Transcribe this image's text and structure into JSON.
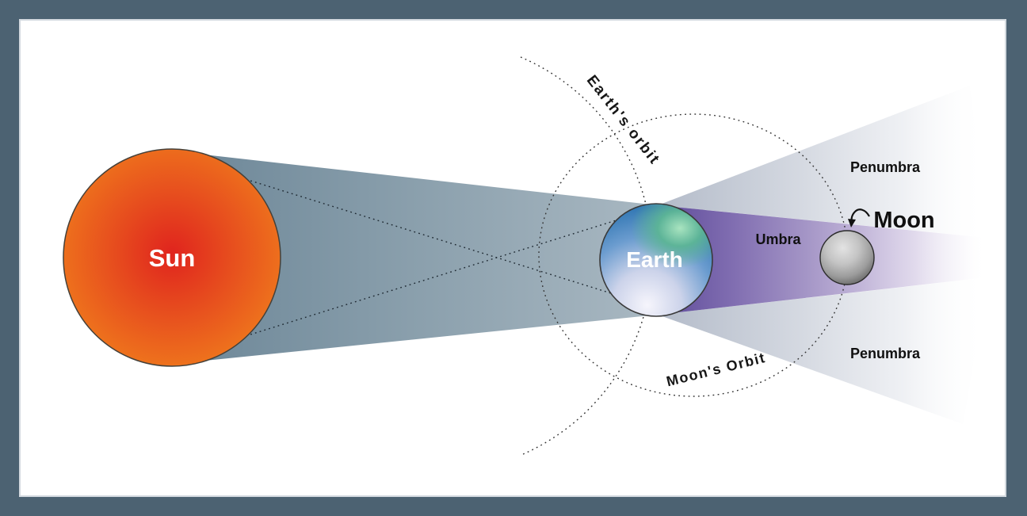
{
  "diagram": {
    "type": "lunar-eclipse-shadow-diagram",
    "frame": {
      "border_color": "#4c6272",
      "background_color": "#ffffff"
    },
    "bodies": {
      "sun": {
        "label": "Sun",
        "core_color": "#e0241e",
        "edge_color": "#f0811c"
      },
      "earth": {
        "label": "Earth",
        "ocean_color": "#3579b5",
        "highlight_color": "#5cb595"
      },
      "moon": {
        "label": "Moon",
        "surface_color": "#c4c4c4"
      }
    },
    "shadows": {
      "light_cone": {
        "color_near_sun": "#6d8798",
        "color_near_earth": "#a9b8c2"
      },
      "umbra": {
        "label": "Umbra",
        "color": "#5e4b9a"
      },
      "penumbra_top": {
        "label": "Penumbra",
        "color": "#b3bbc9"
      },
      "penumbra_bottom": {
        "label": "Penumbra",
        "color": "#b3bbc9"
      }
    },
    "orbits": {
      "earth_orbit": {
        "label": "Earth's orbit"
      },
      "moon_orbit": {
        "label": "Moon's Orbit"
      }
    }
  }
}
